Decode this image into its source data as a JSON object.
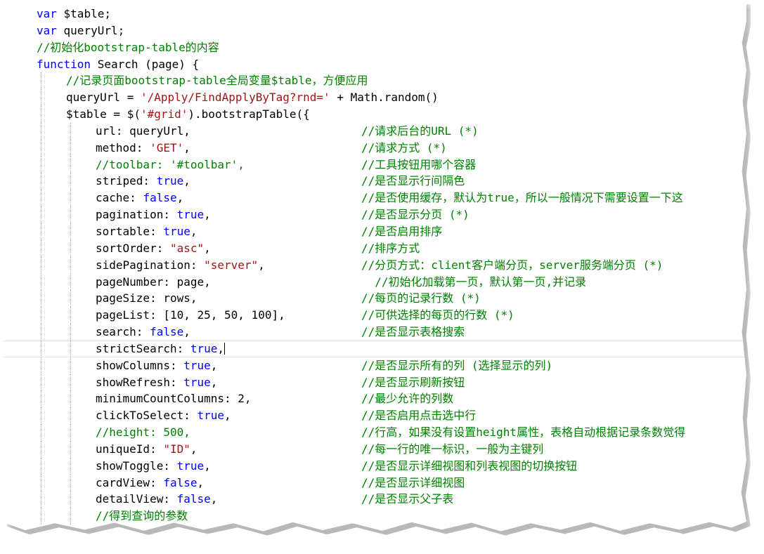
{
  "editor": {
    "lines": [
      {
        "indent": 0,
        "code": [
          [
            "kw",
            "var"
          ],
          [
            "plain",
            " $table;"
          ]
        ]
      },
      {
        "indent": 0,
        "code": [
          [
            "kw",
            "var"
          ],
          [
            "plain",
            " queryUrl;"
          ]
        ]
      },
      {
        "indent": 0,
        "code": [
          [
            "cmt",
            "//初始化bootstrap-table的内容"
          ]
        ]
      },
      {
        "indent": 0,
        "code": [
          [
            "kw",
            "function"
          ],
          [
            "plain",
            " Search (page) {"
          ]
        ]
      },
      {
        "indent": 1,
        "code": [
          [
            "cmt",
            "//记录页面bootstrap-table全局变量$table，方便应用"
          ]
        ]
      },
      {
        "indent": 1,
        "code": [
          [
            "plain",
            "queryUrl = "
          ],
          [
            "str",
            "'/Apply/FindApplyByTag?rnd='"
          ],
          [
            "plain",
            " + Math.random()"
          ]
        ]
      },
      {
        "indent": 1,
        "code": [
          [
            "plain",
            "$table = $("
          ],
          [
            "str",
            "'#grid'"
          ],
          [
            "plain",
            ").bootstrapTable({"
          ]
        ]
      },
      {
        "indent": 2,
        "code": [
          [
            "plain",
            "url: queryUrl,"
          ]
        ],
        "comment": "//请求后台的URL (*)"
      },
      {
        "indent": 2,
        "code": [
          [
            "plain",
            "method: "
          ],
          [
            "str",
            "'GET'"
          ],
          [
            "plain",
            ","
          ]
        ],
        "comment": "//请求方式 (*)"
      },
      {
        "indent": 2,
        "code": [
          [
            "cmt",
            "//toolbar: '#toolbar',"
          ]
        ],
        "comment": "//工具按钮用哪个容器"
      },
      {
        "indent": 2,
        "code": [
          [
            "plain",
            "striped: "
          ],
          [
            "kw",
            "true"
          ],
          [
            "plain",
            ","
          ]
        ],
        "comment": "//是否显示行间隔色"
      },
      {
        "indent": 2,
        "code": [
          [
            "plain",
            "cache: "
          ],
          [
            "kw",
            "false"
          ],
          [
            "plain",
            ","
          ]
        ],
        "comment": "//是否使用缓存，默认为true，所以一般情况下需要设置一下这"
      },
      {
        "indent": 2,
        "code": [
          [
            "plain",
            "pagination: "
          ],
          [
            "kw",
            "true"
          ],
          [
            "plain",
            ","
          ]
        ],
        "comment": "//是否显示分页 (*)"
      },
      {
        "indent": 2,
        "code": [
          [
            "plain",
            "sortable: "
          ],
          [
            "kw",
            "true"
          ],
          [
            "plain",
            ","
          ]
        ],
        "comment": "//是否启用排序"
      },
      {
        "indent": 2,
        "code": [
          [
            "plain",
            "sortOrder: "
          ],
          [
            "str",
            "\"asc\""
          ],
          [
            "plain",
            ","
          ]
        ],
        "comment": "//排序方式"
      },
      {
        "indent": 2,
        "code": [
          [
            "plain",
            "sidePagination: "
          ],
          [
            "str",
            "\"server\""
          ],
          [
            "plain",
            ","
          ]
        ],
        "comment": "//分页方式：client客户端分页，server服务端分页 (*)"
      },
      {
        "indent": 2,
        "code": [
          [
            "plain",
            "pageNumber: page,"
          ]
        ],
        "comment": "  //初始化加载第一页，默认第一页,并记录"
      },
      {
        "indent": 2,
        "code": [
          [
            "plain",
            "pageSize: rows,"
          ]
        ],
        "comment": "//每页的记录行数 (*)"
      },
      {
        "indent": 2,
        "code": [
          [
            "plain",
            "pageList: [10, 25, 50, 100],"
          ]
        ],
        "comment": "//可供选择的每页的行数 (*)"
      },
      {
        "indent": 2,
        "code": [
          [
            "plain",
            "search: "
          ],
          [
            "kw",
            "false"
          ],
          [
            "plain",
            ","
          ]
        ],
        "comment": "//是否显示表格搜索"
      },
      {
        "indent": 2,
        "code": [
          [
            "plain",
            "strictSearch: "
          ],
          [
            "kw",
            "true"
          ],
          [
            "plain",
            ","
          ]
        ],
        "current": true
      },
      {
        "indent": 2,
        "code": [
          [
            "plain",
            "showColumns: "
          ],
          [
            "kw",
            "true"
          ],
          [
            "plain",
            ","
          ]
        ],
        "comment": "//是否显示所有的列 (选择显示的列)"
      },
      {
        "indent": 2,
        "code": [
          [
            "plain",
            "showRefresh: "
          ],
          [
            "kw",
            "true"
          ],
          [
            "plain",
            ","
          ]
        ],
        "comment": "//是否显示刷新按钮"
      },
      {
        "indent": 2,
        "code": [
          [
            "plain",
            "minimumCountColumns: 2,"
          ]
        ],
        "comment": "//最少允许的列数"
      },
      {
        "indent": 2,
        "code": [
          [
            "plain",
            "clickToSelect: "
          ],
          [
            "kw",
            "true"
          ],
          [
            "plain",
            ","
          ]
        ],
        "comment": "//是否启用点击选中行"
      },
      {
        "indent": 2,
        "code": [
          [
            "cmt",
            "//height: 500,"
          ]
        ],
        "comment": "//行高，如果没有设置height属性，表格自动根据记录条数觉得"
      },
      {
        "indent": 2,
        "code": [
          [
            "plain",
            "uniqueId: "
          ],
          [
            "str",
            "\"ID\""
          ],
          [
            "plain",
            ","
          ]
        ],
        "comment": "//每一行的唯一标识，一般为主键列"
      },
      {
        "indent": 2,
        "code": [
          [
            "plain",
            "showToggle: "
          ],
          [
            "kw",
            "true"
          ],
          [
            "plain",
            ","
          ]
        ],
        "comment": "//是否显示详细视图和列表视图的切换按钮"
      },
      {
        "indent": 2,
        "code": [
          [
            "plain",
            "cardView: "
          ],
          [
            "kw",
            "false"
          ],
          [
            "plain",
            ","
          ]
        ],
        "comment": "//是否显示详细视图"
      },
      {
        "indent": 2,
        "code": [
          [
            "plain",
            "detailView: "
          ],
          [
            "kw",
            "false"
          ],
          [
            "plain",
            ","
          ]
        ],
        "comment": "//是否显示父子表"
      },
      {
        "indent": 2,
        "code": [
          [
            "cmt",
            "//得到查询的参数"
          ]
        ]
      }
    ]
  }
}
